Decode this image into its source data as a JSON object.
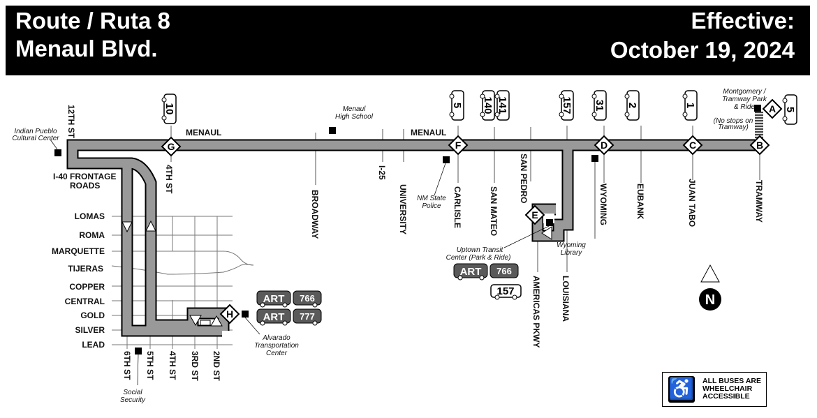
{
  "header": {
    "route_line1": "Route / Ruta 8",
    "route_line2": "Menaul Blvd.",
    "effective_label": "Effective:",
    "effective_date": "October 19, 2024"
  },
  "main_street": "MENAUL",
  "cross_streets": {
    "twelfth": "12TH ST",
    "fourth": "4TH ST",
    "broadway": "BROADWAY",
    "i25": "I-25",
    "university": "UNIVERSITY",
    "carlisle": "CARLISLE",
    "san_mateo": "SAN MATEO",
    "san_pedro": "SAN PEDRO",
    "americas": "AMERICAS PKWY",
    "louisiana": "LOUISIANA",
    "wyoming": "WYOMING",
    "eubank": "EUBANK",
    "juan_tabo": "JUAN TABO",
    "tramway": "TRAMWAY"
  },
  "frontage": {
    "line1": "I-40 FRONTAGE",
    "line2": "ROADS"
  },
  "downtown_streets_ew": [
    "LOMAS",
    "ROMA",
    "MARQUETTE",
    "TIJERAS",
    "COPPER",
    "CENTRAL",
    "GOLD",
    "SILVER",
    "LEAD"
  ],
  "downtown_streets_ns": [
    "6TH ST",
    "5TH ST",
    "4TH ST",
    "3RD ST",
    "2ND ST"
  ],
  "timepoints": [
    "A",
    "B",
    "C",
    "D",
    "E",
    "F",
    "G",
    "H"
  ],
  "landmarks": {
    "ipcc": [
      "Indian Pueblo",
      "Cultural Center"
    ],
    "menaul_hs": [
      "Menaul",
      "High School"
    ],
    "nm_police": [
      "NM State",
      "Police"
    ],
    "uptown": [
      "Uptown Transit",
      "Center (Park & Ride)"
    ],
    "wyoming_lib": [
      "Wyoming",
      "Library"
    ],
    "montgomery": [
      "Montgomery /",
      "Tramway Park",
      "& Ride"
    ],
    "no_stops": [
      "(No stops on",
      "Tramway)"
    ],
    "alvarado": [
      "Alvarado",
      "Transportation",
      "Center"
    ],
    "social_security": [
      "Social",
      "Security"
    ]
  },
  "connecting_routes": {
    "r10": "10",
    "r5": "5",
    "r140": "140",
    "r141": "141",
    "r157": "157",
    "r31": "31",
    "r2": "2",
    "r1": "1",
    "r5b": "5"
  },
  "art_badges": {
    "art": "ART",
    "alvarado_1": "766",
    "alvarado_2": "777",
    "uptown": "766",
    "uptown_bus": "157"
  },
  "north": "N",
  "accessibility": [
    "ALL BUSES ARE",
    "WHEELCHAIR",
    "ACCESSIBLE"
  ],
  "colors": {
    "route": "#999999",
    "header_bg": "#000000",
    "art_badge": "#5a5a5a"
  }
}
